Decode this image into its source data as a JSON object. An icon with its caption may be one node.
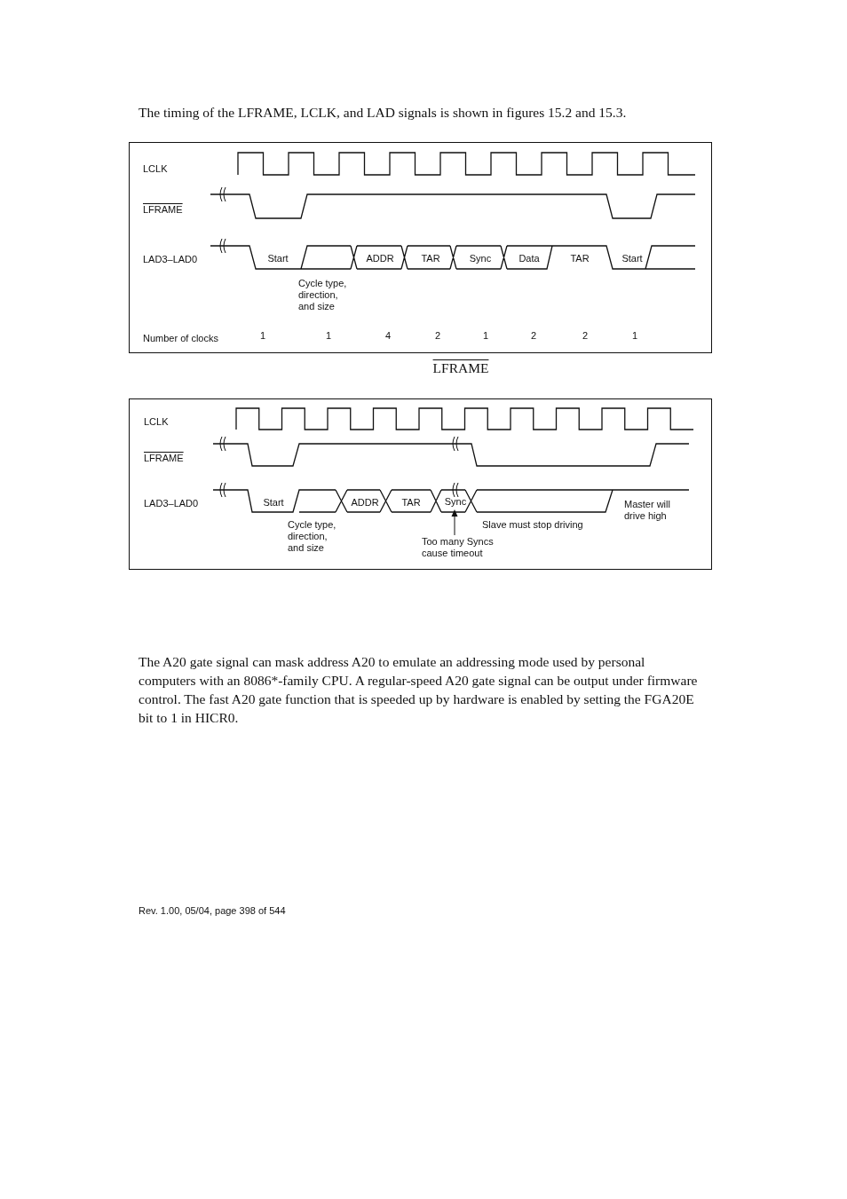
{
  "diagram": {
    "nodes": [
      {
        "text": [
          "Too many Syncs cause timeout"
        ]
      },
      {
        "text": [
          "Sync"
        ]
      }
    ],
    "edges": [
      {
        "from": 0,
        "to": 1,
        "arrow": "to"
      }
    ],
    "labels": [
      "The timing of the LFRAME, LCLK, and LAD signals is shown in figures 15.2 and 15.3.",
      "LCLK",
      "LFRAME",
      "LAD3–LAD0",
      "Start",
      "ADDR",
      "TAR",
      "Sync",
      "Data",
      "TAR",
      "Start",
      "Cycle type, direction, and size",
      "Number of clocks",
      "1",
      "1",
      "4",
      "2",
      "1",
      "2",
      "2",
      "1",
      "LFRAME",
      "LCLK",
      "LFRAME",
      "LAD3–LAD0",
      "Start",
      "ADDR",
      "TAR",
      "Master will drive high",
      "Cycle type, direction, and size",
      "Slave must stop driving",
      "The A20 gate signal can mask address A20 to emulate an addressing mode used by personal computers with an 8086*-family CPU. A regular-speed A20 gate signal can be output under firmware control. The fast A20 gate function that is speeded up by hardware is enabled by setting the FGA20E bit to 1 in HICR0.",
      "Rev. 1.00, 05/04, page 398 of 544"
    ]
  }
}
